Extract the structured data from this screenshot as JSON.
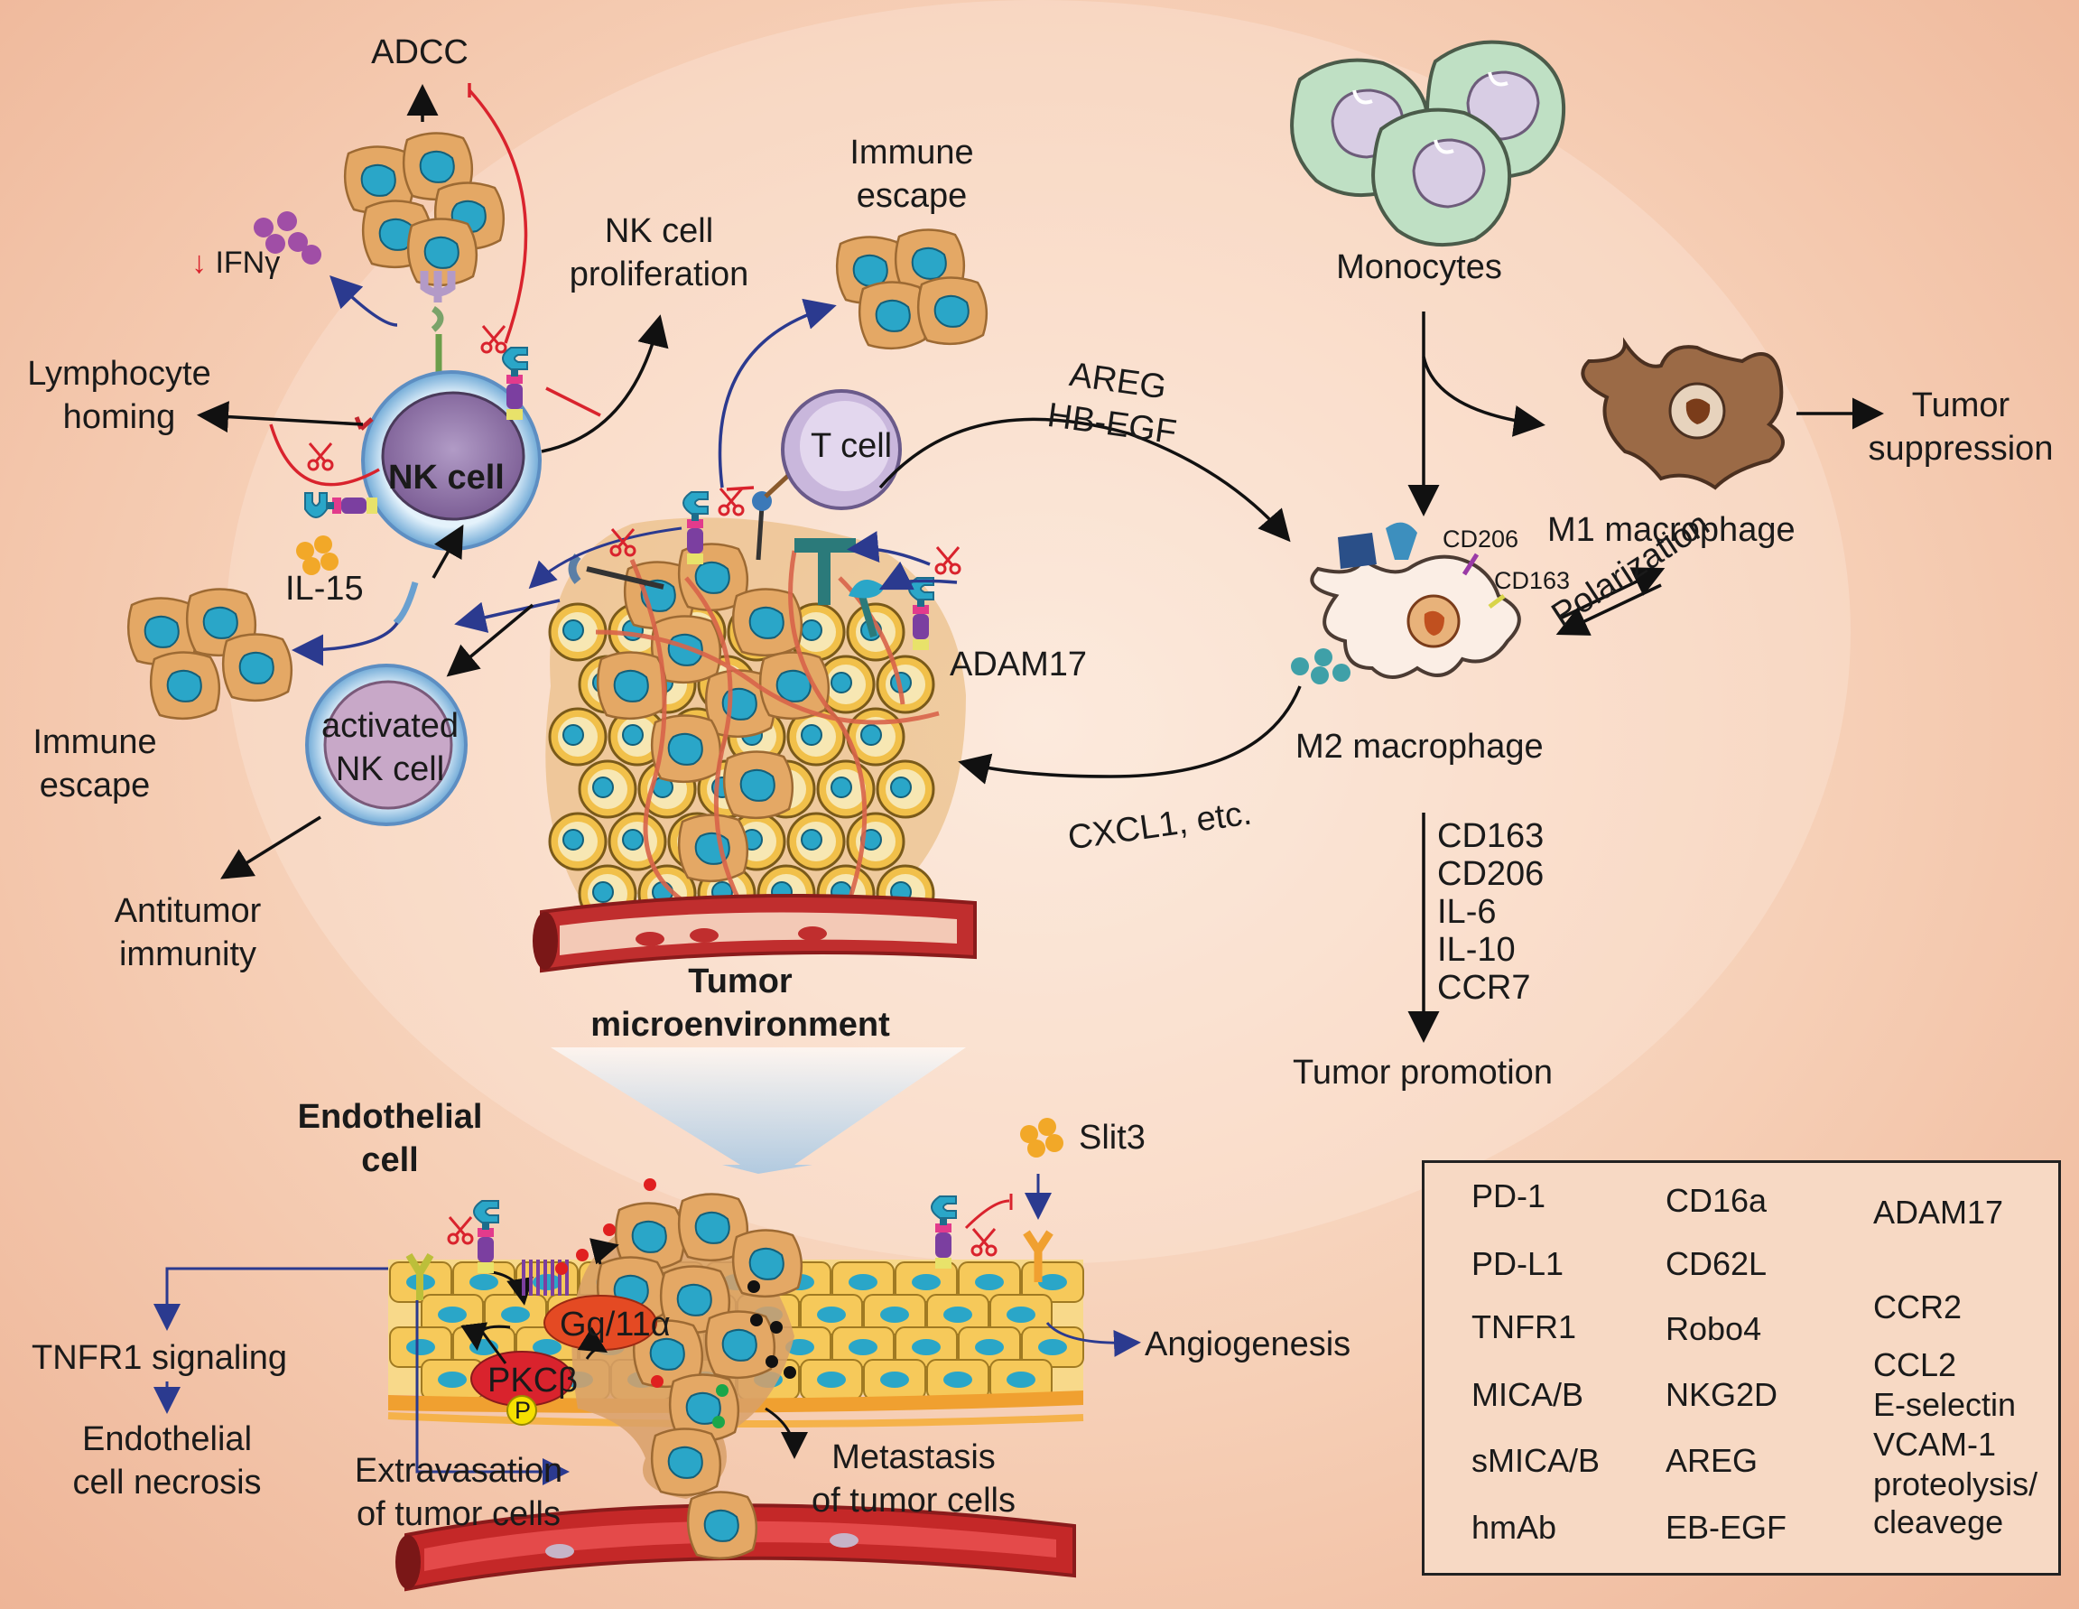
{
  "colors": {
    "arrow_black": "#111111",
    "arrow_blue": "#2b3a8f",
    "inhibit_red": "#d9232d",
    "tumor_cell": "#e4a865",
    "nucleus": "#2aa6c8",
    "background": "#f8d8c3"
  },
  "labels": {
    "adcc": "ADCC",
    "ifn_arrow": "↓",
    "ifn": "IFNγ",
    "nk_prolif": [
      "NK cell",
      "proliferation"
    ],
    "immune_escape_top": [
      "Immune",
      "escape"
    ],
    "lymph_homing": [
      "Lymphocyte",
      "homing"
    ],
    "nk_cell": "NK cell",
    "t_cell": "T cell",
    "il15": "IL-15",
    "adam17": "ADAM17",
    "immune_escape_left": [
      "Immune",
      "escape"
    ],
    "activated_nk": [
      "activated",
      "NK cell"
    ],
    "antitumor": [
      "Antitumor",
      "immunity"
    ],
    "tme": [
      "Tumor",
      "microenvironment"
    ],
    "areg": [
      "AREG",
      "HB-EGF"
    ],
    "monocytes": "Monocytes",
    "tumor_suppression": [
      "Tumor",
      "suppression"
    ],
    "m1": "M1 macrophage",
    "cd206_small": "CD206",
    "cd163_small": "CD163",
    "polarization": "Polarization",
    "m2": "M2 macrophage",
    "cxcl1": "CXCL1, etc.",
    "m2_markers": [
      "CD163",
      "CD206",
      "IL-6",
      "IL-10",
      "CCR7"
    ],
    "tumor_promotion": "Tumor promotion",
    "endothelial": [
      "Endothelial",
      "cell"
    ],
    "slit3": "Slit3",
    "tnfr1_signaling": "TNFR1 signaling",
    "necrosis": [
      "Endothelial",
      "cell necrosis"
    ],
    "gq": "Gq/11α",
    "pkc": "PKCβ",
    "p": "P",
    "angiogenesis": "Angiogenesis",
    "extravasation": [
      "Extravasation",
      "of tumor cells"
    ],
    "metastasis": [
      "Metastasis",
      "of tumor cells"
    ]
  },
  "legend": {
    "items": [
      {
        "label": "PD-1",
        "icon": "lollipop-brown"
      },
      {
        "label": "PD-L1",
        "icon": "lollipop-blue"
      },
      {
        "label": "TNFR1",
        "icon": "y-receptor-olive"
      },
      {
        "label": "MICA/B",
        "icon": "crook-receptor"
      },
      {
        "label": "sMICA/B",
        "icon": "soluble-crook"
      },
      {
        "label": "hmAb",
        "icon": "trident-lilac"
      },
      {
        "label": "CD16a",
        "icon": "curl-green"
      },
      {
        "label": "CD62L",
        "icon": "y-receptor-red"
      },
      {
        "label": "Robo4",
        "icon": "y-receptor-orange"
      },
      {
        "label": "NKG2D",
        "icon": "trident-purple"
      },
      {
        "label": "AREG",
        "icon": "hammer-teal"
      },
      {
        "label": "EB-EGF",
        "icon": "mushroom-teal"
      },
      {
        "label": "ADAM17",
        "icon": "adam17-stack"
      },
      {
        "label": "CCR2",
        "icon": "serpentine-purple"
      },
      {
        "label": "CCL2",
        "icon": "red-dot"
      },
      {
        "label": "E-selectin",
        "icon": "green-dot"
      },
      {
        "label": "VCAM-1",
        "icon": "black-dot"
      },
      {
        "label": "proteolysis/",
        "icon": "scissors-red"
      },
      {
        "label": "cleavege",
        "icon": ""
      }
    ]
  }
}
